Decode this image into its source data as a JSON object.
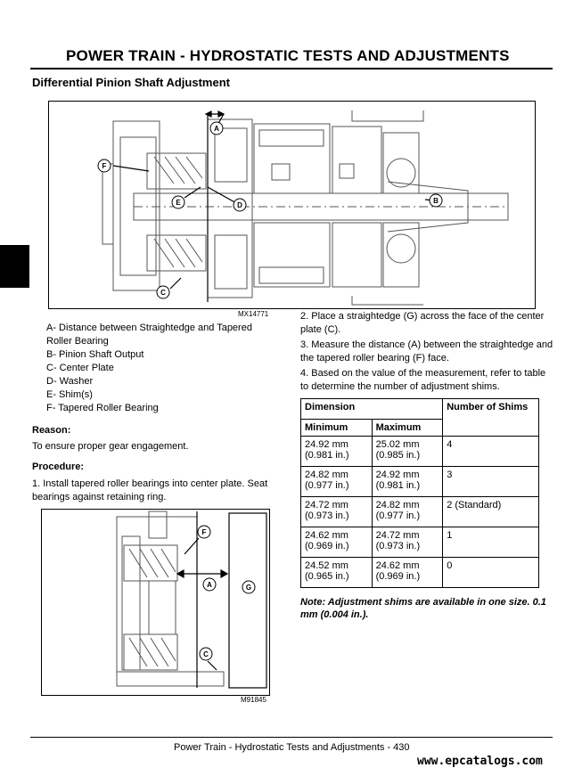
{
  "header": {
    "title": "POWER TRAIN - HYDROSTATIC   TESTS AND ADJUSTMENTS"
  },
  "section": {
    "title": "Differential Pinion Shaft Adjustment"
  },
  "figure1": {
    "code": "MX14771",
    "callouts": [
      "A",
      "B",
      "C",
      "D",
      "E",
      "F"
    ]
  },
  "legend": {
    "items": [
      "A- Distance between Straightedge and Tapered",
      "Roller Bearing",
      "B- Pinion Shaft Output",
      "C- Center Plate",
      "D- Washer",
      "E- Shim(s)",
      "F- Tapered Roller Bearing"
    ]
  },
  "reason": {
    "heading": "Reason:",
    "text": "To ensure proper gear engagement."
  },
  "procedure": {
    "heading": "Procedure:",
    "steps": [
      "1.  Install tapered roller bearings into center plate. Seat bearings against retaining ring.",
      "2.  Place a straightedge (G) across the face of the center plate (C).",
      "3.  Measure the distance (A) between the straightedge and the tapered roller bearing (F) face.",
      "4.  Based on the value of the measurement, refer to table to determine the number of adjustment shims."
    ]
  },
  "figure2": {
    "code": "M91845",
    "callouts": [
      "F",
      "A",
      "G",
      "C"
    ]
  },
  "table": {
    "headers": {
      "dimension": "Dimension",
      "minimum": "Minimum",
      "maximum": "Maximum",
      "shims": "Number of Shims"
    },
    "rows": [
      {
        "min": "24.92 mm",
        "min_in": "(0.981 in.)",
        "max": "25.02 mm",
        "max_in": "(0.985 in.)",
        "shims": "4"
      },
      {
        "min": "24.82 mm",
        "min_in": "(0.977 in.)",
        "max": "24.92 mm",
        "max_in": "(0.981 in.)",
        "shims": "3"
      },
      {
        "min": "24.72 mm",
        "min_in": "(0.973 in.)",
        "max": "24.82 mm",
        "max_in": "(0.977 in.)",
        "shims": "2 (Standard)"
      },
      {
        "min": "24.62 mm",
        "min_in": "(0.969 in.)",
        "max": "24.72 mm",
        "max_in": "(0.973 in.)",
        "shims": "1"
      },
      {
        "min": "24.52 mm",
        "min_in": "(0.965 in.)",
        "max": "24.62 mm",
        "max_in": "(0.969 in.)",
        "shims": "0"
      }
    ]
  },
  "note": "Note: Adjustment shims are available in one size. 0.1 mm (0.004 in.).",
  "footer": {
    "text": "Power Train - Hydrostatic   Tests and Adjustments  - 430"
  },
  "watermark": "www.epcatalogs.com"
}
